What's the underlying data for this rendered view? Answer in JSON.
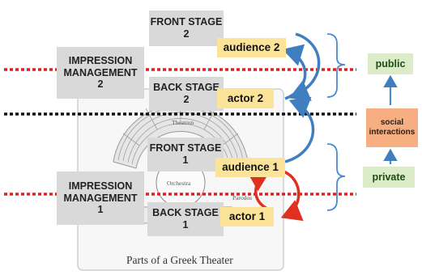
{
  "front_stage_2": [
    "FRONT STAGE",
    "2"
  ],
  "back_stage_2": [
    "BACK STAGE",
    "2"
  ],
  "front_stage_1": [
    "FRONT STAGE",
    "1"
  ],
  "back_stage_1": [
    "BACK STAGE",
    "1"
  ],
  "impression_management_2": [
    "IMPRESSION",
    "MANAGEMENT",
    "2"
  ],
  "impression_management_1": [
    "IMPRESSION",
    "MANAGEMENT",
    "1"
  ],
  "audience_2": "audience 2",
  "actor_2": "actor 2",
  "audience_1": "audience 1",
  "actor_1": "actor 1",
  "public": "public",
  "private": "private",
  "social_interactions": [
    "social",
    "interactions"
  ],
  "theater": {
    "caption": "Parts of a Greek Theater",
    "theatron": "Theatron",
    "orchestra": "Orchestra",
    "parodos": "Parodos"
  },
  "colors": {
    "red_dotted": "#e02020",
    "black_dotted": "#111111",
    "blue_arrow": "#3f7fc0",
    "red_arrow": "#e03020",
    "bracket": "#4a8ad0",
    "gray_box": "#d9d9d9",
    "yellow_box": "#fbe49a",
    "green_box": "#dcebc8",
    "orange_box": "#f7ae80"
  }
}
